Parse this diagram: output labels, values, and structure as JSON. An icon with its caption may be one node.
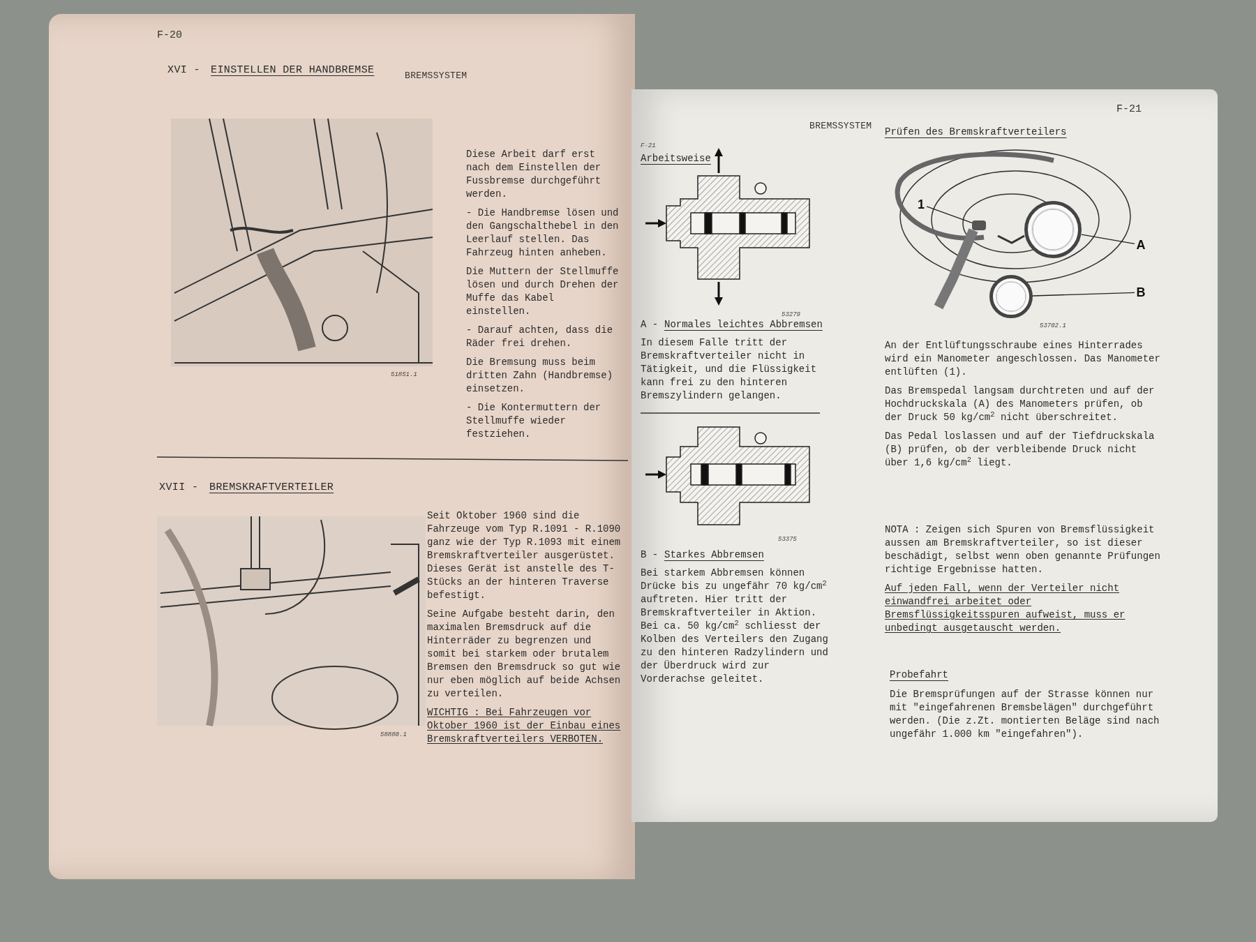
{
  "diagram": {
    "nodes": [
      {
        "text": [
          "1"
        ]
      },
      {
        "text": [],
        "shape": "box"
      },
      {
        "text": [
          "A"
        ]
      },
      {
        "text": [],
        "shape": "circle"
      },
      {
        "text": [
          "B"
        ]
      },
      {
        "text": [],
        "shape": "circle"
      }
    ],
    "edges": [
      {
        "from": 0,
        "to": 1,
        "arrow": "none"
      },
      {
        "from": 2,
        "to": 3,
        "arrow": "none"
      },
      {
        "from": 4,
        "to": 5,
        "arrow": "none"
      }
    ],
    "labels": [
      "F-20",
      "XVI -",
      "EINSTELLEN DER HANDBREMSE",
      "BREMSSYSTEM",
      "Diese Arbeit darf erst nach dem Einstellen der Fussbremse durchgeführt werden.",
      "- Die Handbremse lösen und den Gangschalthebel in den Leerlauf stellen. Das Fahrzeug hinten anheben.",
      "Die Muttern der Stellmuffe lösen und durch Drehen der Muffe das Kabel einstellen.",
      "- Darauf achten, dass die Räder frei drehen.",
      "Die Bremsung muss beim dritten Zahn (Handbremse) einsetzen.",
      "- Die Kontermuttern der Stellmuffe wieder festziehen.",
      "51851.1",
      "XVII -",
      "BREMSKRAFTVERTEILER",
      "Seit Oktober 1960 sind die Fahrzeuge vom Typ R.1091 - R.1090 ganz wie der Typ R.1093 mit einem Bremskraftverteiler ausgerüstet. Dieses Gerät ist anstelle des T-Stücks an der hinteren Traverse befestigt.",
      "Seine Aufgabe besteht darin, den maximalen Bremsdruck auf die Hinterräder zu begrenzen und somit bei starkem oder brutalem Bremsen den Bremsdruck so gut wie nur eben möglich auf beide Achsen zu verteilen.",
      "WICHTIG : Bei Fahrzeugen vor Oktober 1960 ist der Einbau eines Bremskraftverteilers VERBOTEN.",
      "58880.1",
      "BREMSSYSTEM",
      "F-21",
      "F-21",
      "Arbeitsweise",
      "53279",
      "A -",
      "Normales leichtes Abbremsen",
      "In diesem Falle tritt der Bremskraftverteiler nicht in Tätigkeit, und die Flüssigkeit kann frei zu den hinteren Bremszylindern gelangen.",
      "53375",
      "B -",
      "Starkes Abbremsen",
      "Bei starkem Abbremsen können Drücke bis zu ungefähr 70 kg/cm$^{2}$ auftreten. Hier tritt der Bremskraftverteiler in Aktion. Bei ca. 50 kg/cm$^{2}$ schliesst der Kolben des Verteilers den Zugang zu den hinteren Radzylindern und der Überdruck wird zur Vorderachse geleitet.",
      "Prüfen des Bremskraftverteilers",
      "53702.1",
      "An der Entlüftungsschraube eines Hinterrades wird ein Manometer angeschlossen. Das Manometer entlüften (1).",
      "Das Bremspedal langsam durchtreten und auf der Hochdruckskala (A) des Manometers prüfen, ob der Druck 50 kg/cm$^{2}$ nicht überschreitet.",
      "Das Pedal loslassen und auf der Tiefdruckskala (B) prüfen, ob der verbleibende Druck nicht über 1,6 kg/cm$^{2}$ liegt.",
      "NOTA : Zeigen sich Spuren von Bremsflüssigkeit aussen am Bremskraftverteiler, so ist dieser beschädigt, selbst wenn oben genannte Prüfungen richtige Ergebnisse hatten.",
      "Auf jeden Fall, wenn der Verteiler nicht einwandfrei arbeitet oder Bremsflüssigkeitsspuren aufweist, muss er unbedingt ausgetauscht werden.",
      "Probefahrt",
      "Die Bremsprüfungen auf der Strasse können nur mit \"eingefahrenen Bremsbelägen\" durchgeführt werden. (Die z.Zt. montierten Beläge sind nach ungefähr 1.000 km \"eingefahren\")."
    ]
  }
}
